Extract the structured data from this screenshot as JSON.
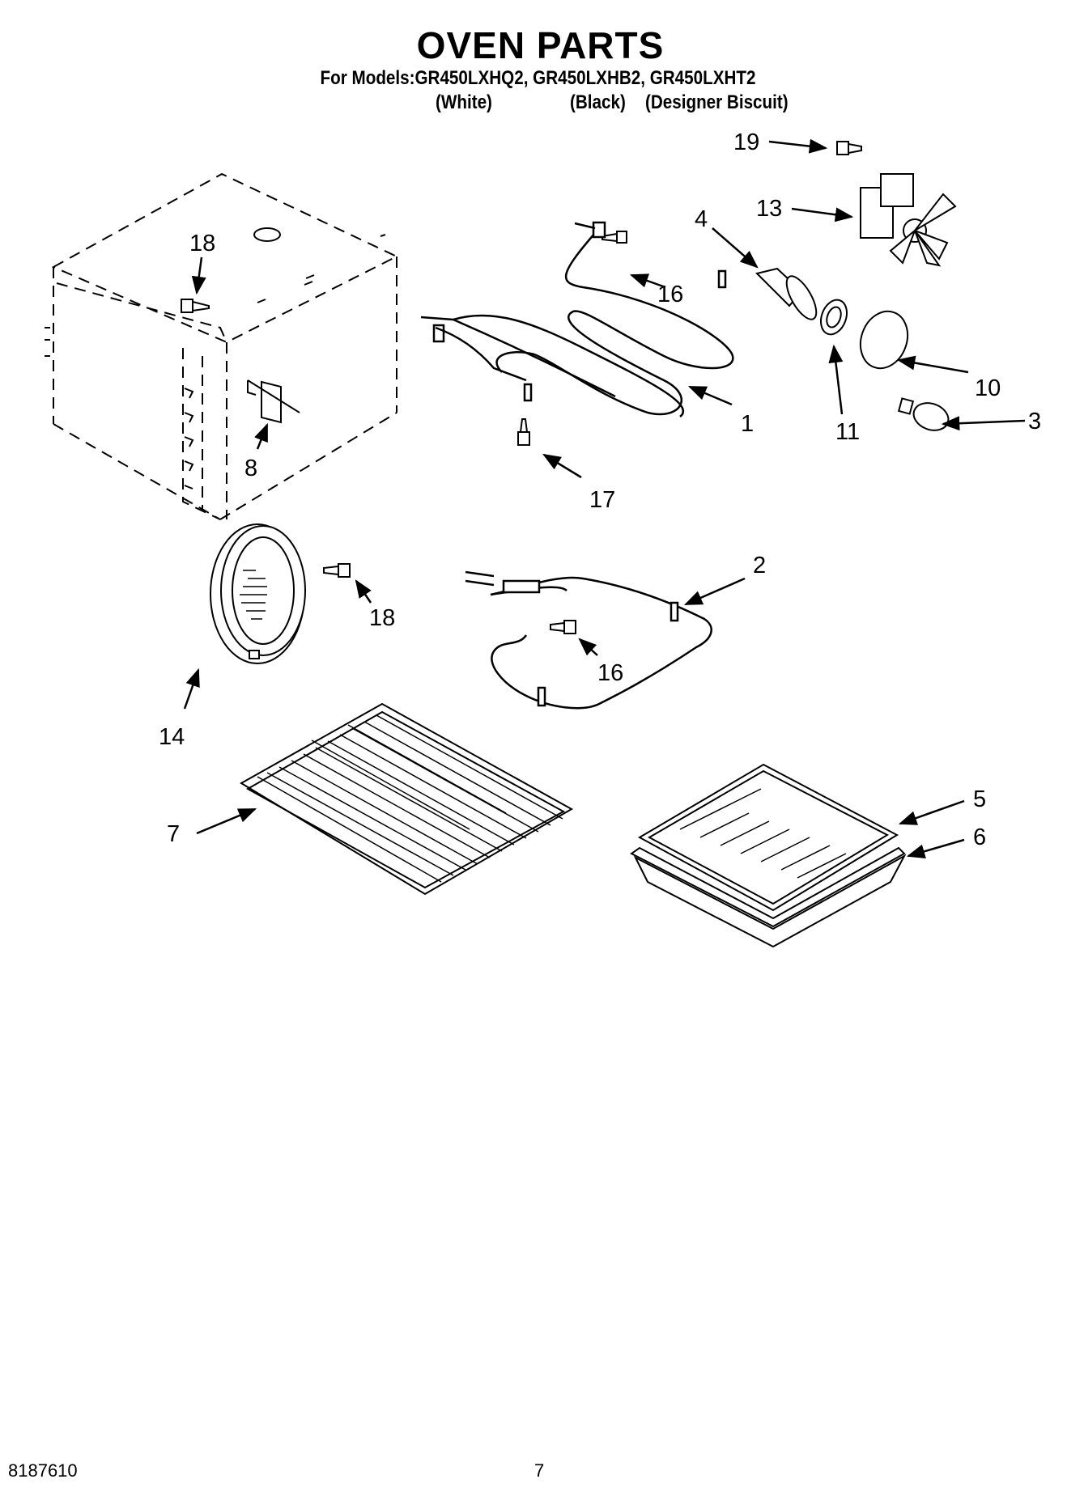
{
  "header": {
    "title": "OVEN PARTS",
    "models_line": "For Models:GR450LXHQ2, GR450LXHB2, GR450LXHT2",
    "colors": [
      "(White)",
      "(Black)",
      "(Designer Biscuit)"
    ]
  },
  "callouts": [
    {
      "id": "c19",
      "label": "19"
    },
    {
      "id": "c13",
      "label": "13"
    },
    {
      "id": "c4",
      "label": "4"
    },
    {
      "id": "c18a",
      "label": "18"
    },
    {
      "id": "c16a",
      "label": "16"
    },
    {
      "id": "c10",
      "label": "10"
    },
    {
      "id": "c1",
      "label": "1"
    },
    {
      "id": "c11",
      "label": "11"
    },
    {
      "id": "c3",
      "label": "3"
    },
    {
      "id": "c8",
      "label": "8"
    },
    {
      "id": "c17",
      "label": "17"
    },
    {
      "id": "c2",
      "label": "2"
    },
    {
      "id": "c18b",
      "label": "18"
    },
    {
      "id": "c16b",
      "label": "16"
    },
    {
      "id": "c14",
      "label": "14"
    },
    {
      "id": "c5",
      "label": "5"
    },
    {
      "id": "c6",
      "label": "6"
    },
    {
      "id": "c7",
      "label": "7"
    }
  ],
  "footer": {
    "doc_number": "8187610",
    "page_number": "7"
  }
}
